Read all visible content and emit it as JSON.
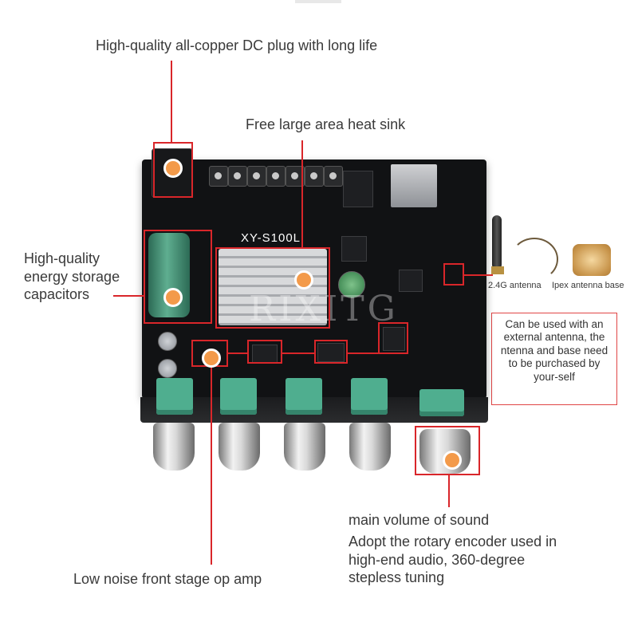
{
  "labels": {
    "dc_plug": "High-quality all-copper DC plug with long life",
    "heat_sink": "Free large area heat sink",
    "capacitors": "High-quality energy storage capacitors",
    "antenna": "2.4G antenna",
    "ipex_base": "Ipex antenna base",
    "antenna_note": "Can be used with an external antenna, the ntenna and base need to be purchased by your-self",
    "volume_title": "main volume of sound",
    "volume_desc": "Adopt the rotary encoder used in high-end audio, 360-degree stepless tuning",
    "op_amp": "Low noise front stage op amp"
  },
  "board": {
    "model": "XY-S100L",
    "watermark": "RIXITG"
  },
  "colors": {
    "callout_line": "#d9262a",
    "callout_dot": "#f39a4a",
    "board": "#111214"
  }
}
